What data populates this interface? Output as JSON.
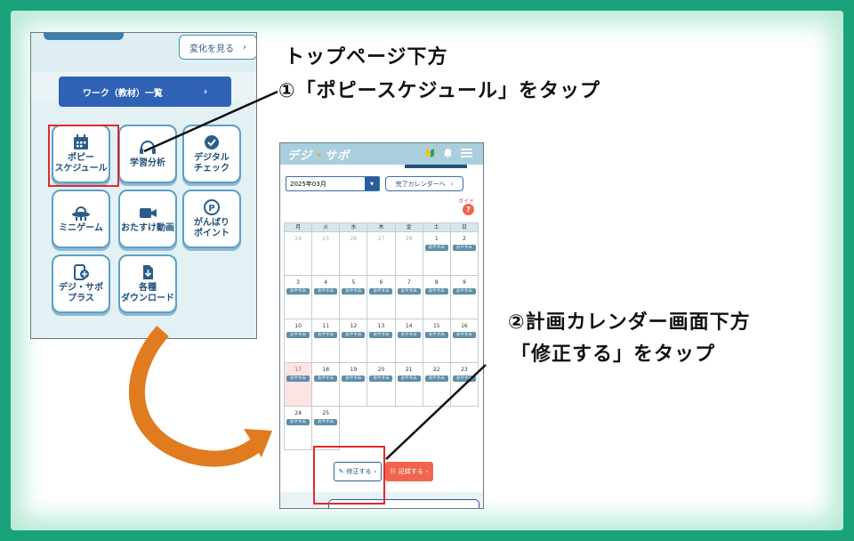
{
  "annotations": {
    "step1_line1": "トップページ下方",
    "step1_line2": "①「ポピースケジュール」をタップ",
    "step2_line1": "②計画カレンダー画面下方",
    "step2_line2": "「修正する」をタップ"
  },
  "top_page": {
    "change_button": "変化を見る",
    "work_list_button": "ワーク（教材）一覧",
    "tiles": [
      {
        "label": "ポピー\nスケジュール",
        "icon": "calendar-icon"
      },
      {
        "label": "学習分析",
        "icon": "headset-icon"
      },
      {
        "label": "デジタル\nチェック",
        "icon": "check-circle-icon"
      },
      {
        "label": "ミニゲーム",
        "icon": "ufo-icon"
      },
      {
        "label": "おたすけ動画",
        "icon": "video-camera-icon"
      },
      {
        "label": "がんばり\nポイント",
        "icon": "points-p-icon"
      },
      {
        "label": "デジ・サポ\nプラス",
        "icon": "device-plus-icon"
      },
      {
        "label": "各種\nダウンロード",
        "icon": "download-file-icon"
      }
    ],
    "chevron": "›"
  },
  "calendar_page": {
    "logo_main": "デジ",
    "logo_dot": "・",
    "logo_tail": "サポ",
    "month": "2025年03月",
    "done_calendar_button": "完了カレンダーへ",
    "guide_label": "ガイド",
    "guide_icon": "?",
    "weekdays": [
      "月",
      "火",
      "水",
      "木",
      "金",
      "土",
      "日"
    ],
    "rest_label": "おやすみ",
    "weeks": [
      [
        {
          "d": "24",
          "dim": true
        },
        {
          "d": "25",
          "dim": true
        },
        {
          "d": "26",
          "dim": true
        },
        {
          "d": "27",
          "dim": true
        },
        {
          "d": "28",
          "dim": true
        },
        {
          "d": "1",
          "rest": true
        },
        {
          "d": "2",
          "rest": true
        }
      ],
      [
        {
          "d": "3",
          "rest": true
        },
        {
          "d": "4",
          "rest": true
        },
        {
          "d": "5",
          "rest": true
        },
        {
          "d": "6",
          "rest": true
        },
        {
          "d": "7",
          "rest": true
        },
        {
          "d": "8",
          "rest": true
        },
        {
          "d": "9",
          "rest": true
        }
      ],
      [
        {
          "d": "10",
          "rest": true
        },
        {
          "d": "11",
          "rest": true
        },
        {
          "d": "12",
          "rest": true
        },
        {
          "d": "13",
          "rest": true
        },
        {
          "d": "14",
          "rest": true
        },
        {
          "d": "15",
          "rest": true
        },
        {
          "d": "16",
          "rest": true
        }
      ],
      [
        {
          "d": "17",
          "rest": true,
          "today": true
        },
        {
          "d": "18",
          "rest": true
        },
        {
          "d": "19",
          "rest": true
        },
        {
          "d": "20",
          "rest": true
        },
        {
          "d": "21",
          "rest": true
        },
        {
          "d": "22",
          "rest": true
        },
        {
          "d": "23",
          "rest": true
        }
      ],
      [
        {
          "d": "24",
          "rest": true
        },
        {
          "d": "25",
          "rest": true
        }
      ]
    ],
    "fix_button": "修正する",
    "record_button": "記録する",
    "chevron": "›"
  },
  "colors": {
    "background_green": "#1aa37a",
    "highlight_red": "#e22a2a",
    "arrow_orange": "#e07b1f",
    "brand_blue": "#2f62b4",
    "record_red": "#f06450"
  }
}
